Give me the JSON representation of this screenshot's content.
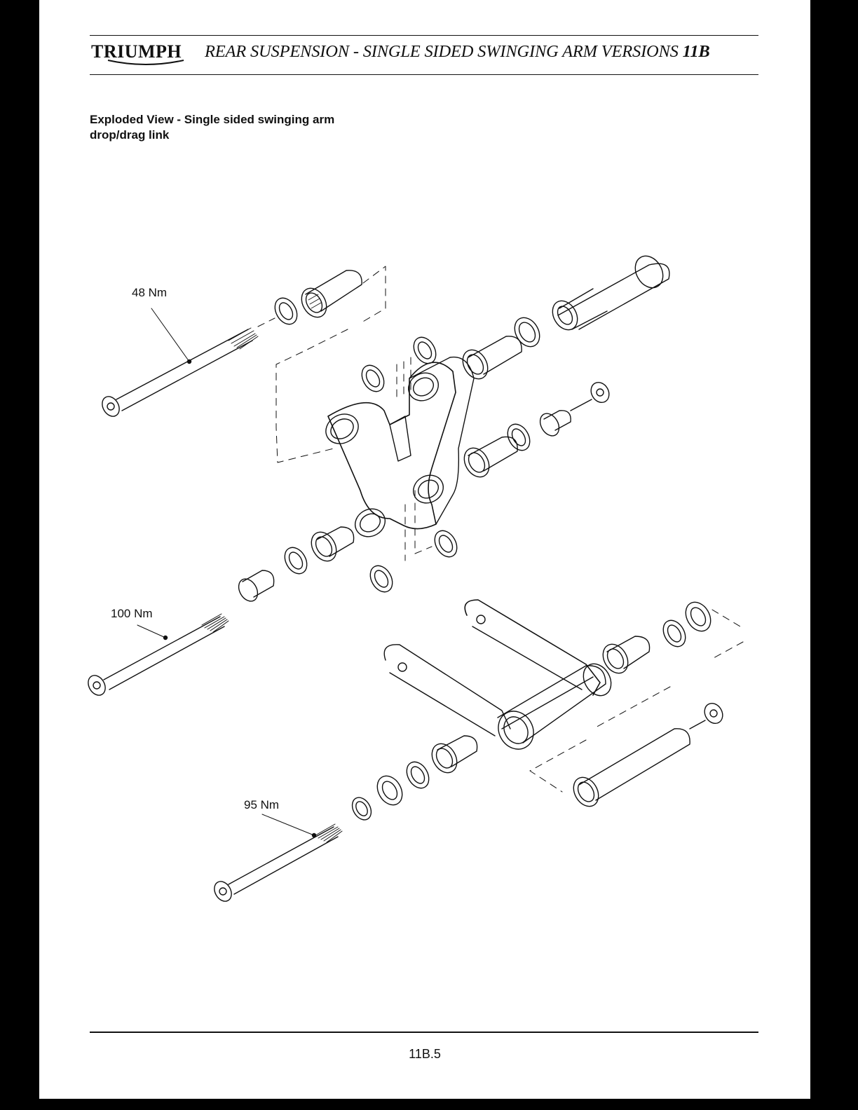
{
  "header": {
    "brand": "TRIUMPH",
    "title": "REAR SUSPENSION - SINGLE SIDED SWINGING ARM VERSIONS",
    "section": "11B"
  },
  "caption": {
    "line1": "Exploded View - Single sided swinging arm",
    "line2": "drop/drag link"
  },
  "torque_labels": {
    "upper_bolt": "48 Nm",
    "middle_bolt": "100 Nm",
    "lower_bolt": "95 Nm"
  },
  "footer": {
    "page_number": "11B.5"
  }
}
